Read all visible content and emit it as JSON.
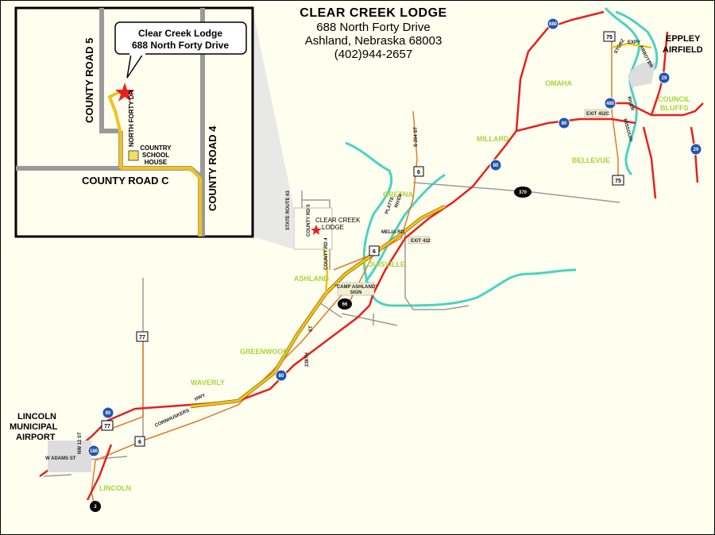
{
  "header": {
    "title": "CLEAR CREEK LODGE",
    "address": "688 North Forty Drive",
    "city": "Ashland, Nebraska 68003",
    "phone": "(402)944-2657"
  },
  "inset": {
    "callout_line1": "Clear Creek Lodge",
    "callout_line2": "688 North Forty Drive",
    "road_county5": "COUNTY ROAD 5",
    "road_county4": "COUNTY ROAD 4",
    "road_countyc": "COUNTY ROAD C",
    "road_northforty": "NORTH FORTY DR",
    "school": [
      "COUNTRY",
      "SCHOOL",
      "HOUSE"
    ]
  },
  "places": {
    "omaha": "OMAHA",
    "eppley1": "EPPLEY",
    "eppley2": "AIRFIELD",
    "council1": "COUNCIL",
    "council2": "BLUFFS",
    "millard": "MILLARD",
    "bellevue": "BELLEVUE",
    "gretna": "GRETNA",
    "louisville1": "LOUISVILLE",
    "ashland": "ASHLAND",
    "greenwood": "GREENWOOD",
    "waverly": "WAVERLY",
    "lincoln": "LINCOLN",
    "airport1": "LINCOLN",
    "airport2": "MUNICIPAL",
    "airport3": "AIRPORT",
    "lodge1": "CLEAR CREEK",
    "lodge2": "LODGE"
  },
  "labels": {
    "s204st": "S 204 ST",
    "staterte63": "STATE ROUTE 63",
    "countyrd5": "COUNTY RD 5",
    "countyrd4": "COUNTY RD 4",
    "melia": "MELIA RD",
    "exit432": "EXIT 432",
    "exit452c": "EXIT 452C",
    "campsign1": "\"CAMP ASHLAND\"",
    "campsign2": "SIGN",
    "st238": "238TH",
    "st238b": "ST",
    "cornhuskers": "CORNHUSKERS",
    "hwy": "HWY",
    "nw12": "NW 12 ST",
    "wadams": "W ADAMS ST",
    "platte": "PLATTE",
    "river": "RIVER",
    "missouri": "MISSOURI",
    "riverR": "RIVER",
    "storz": "STORZ",
    "expy": "EXPY",
    "abbott": "ABBOTT",
    "dr": "DR"
  },
  "shields": {
    "i80": "80",
    "i680": "680",
    "i480": "480",
    "i29": "29",
    "i180": "180",
    "us75": "75",
    "us6": "6",
    "us77": "77",
    "ne370": "370",
    "ne66": "66",
    "ne2": "2"
  },
  "colors": {
    "interstate": "#e8201c",
    "us_highway": "#e07a2c",
    "route_to_lodge": "#f2c21a",
    "river": "#4ad2c4",
    "local_road": "#9a9a9a",
    "town_label": "#a8d33a",
    "lodge_star": "#e8201c"
  }
}
